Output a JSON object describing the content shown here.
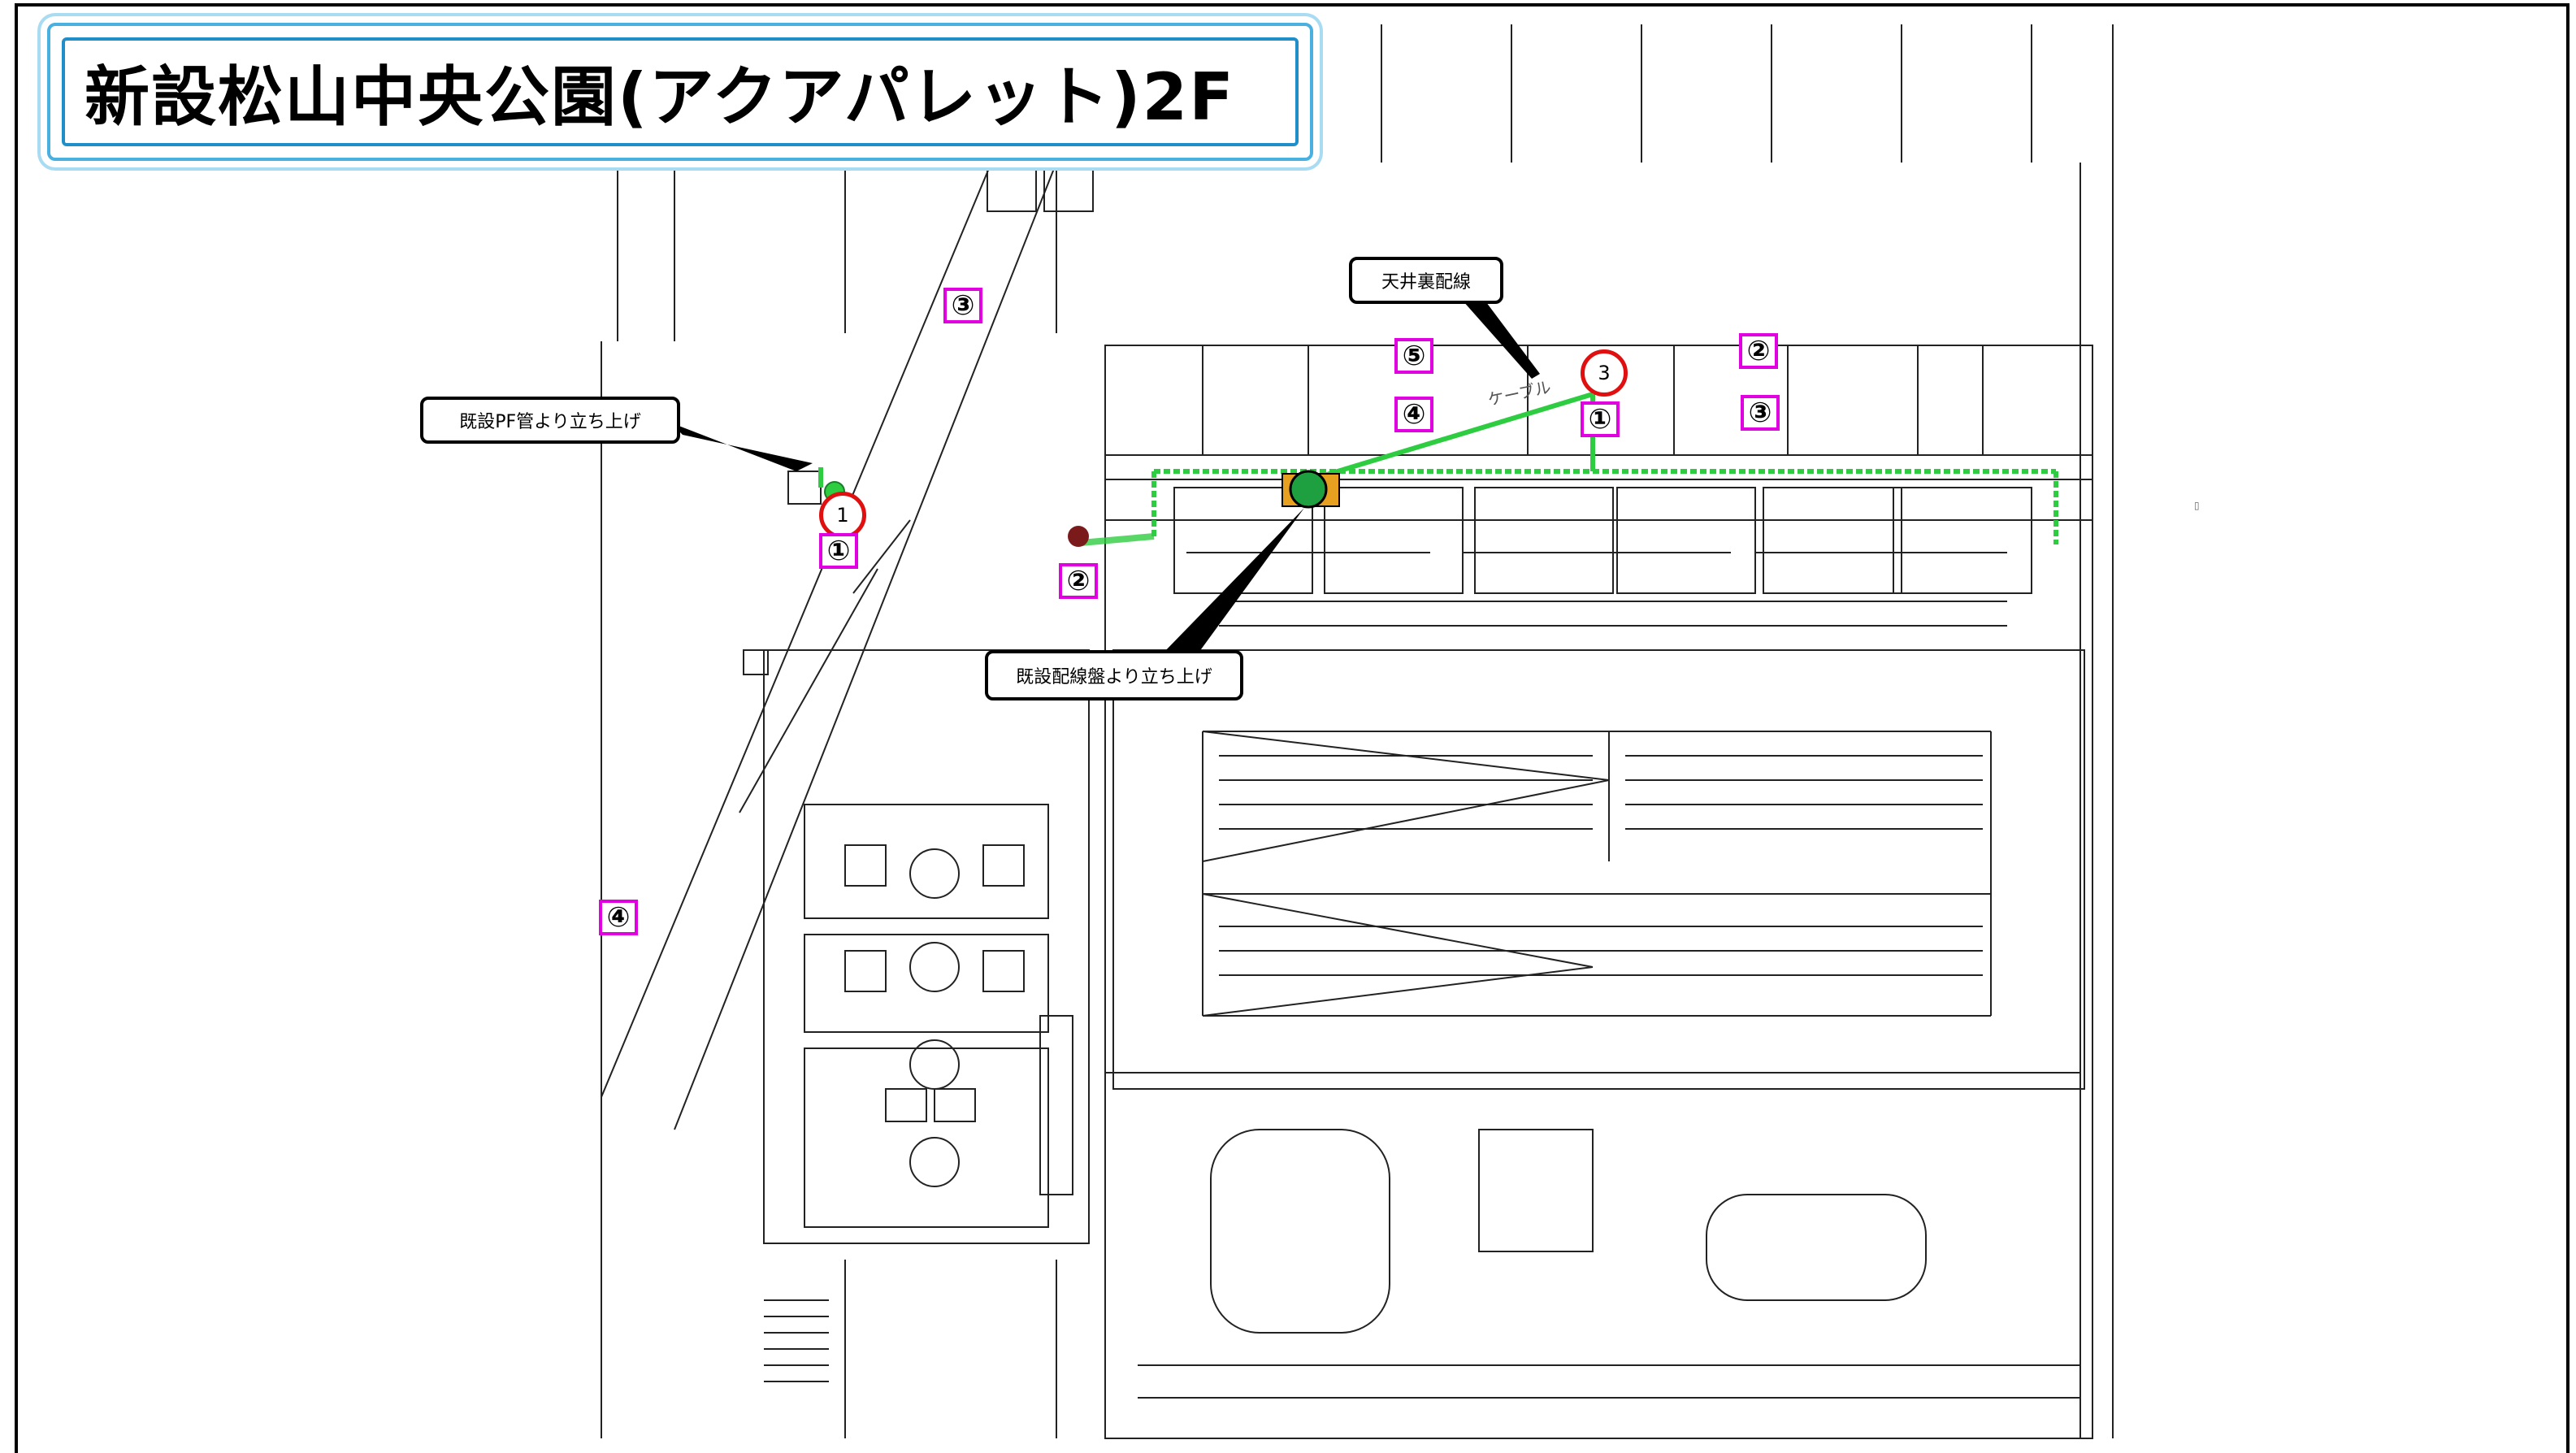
{
  "title": "新設松山中央公園(アクアパレット)2F",
  "callouts": {
    "pf_pipe": "既設PF管より立ち上げ",
    "ceiling": "天井裏配線",
    "panel": "既設配線盤より立ち上げ"
  },
  "points": [
    "1",
    "3"
  ],
  "markers": {
    "left_3": "③",
    "left_1": "①",
    "left_2": "②",
    "left_4": "④",
    "top_5": "⑤",
    "top_4": "④",
    "top_1": "①",
    "right_2": "②",
    "right_3": "③"
  },
  "plan_texts": {
    "cable_note": "ケーブル",
    "right_glyph": "▯"
  },
  "colors": {
    "route": "#2ecc40",
    "point_ring": "#e01010",
    "marker_border": "#e000e0",
    "title_border": "#1f8ec9"
  }
}
